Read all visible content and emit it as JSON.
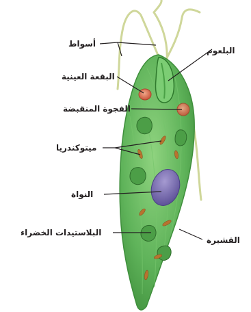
{
  "labels": {
    "flagella": "أسواط",
    "gullet": "البلعوم",
    "eyespot": "البقعة العينية",
    "contractile_vacuole": "الفجوة المنقبضة",
    "mitochondria": "ميتوكندريا",
    "nucleus": "النواة",
    "chloroplasts": "البلاستيدات الخضراء",
    "pellicle": "القشيرة"
  },
  "colors": {
    "body": "#5fb35a",
    "body_dark": "#3f8f3c",
    "flagellum": "#cfd79a",
    "eyespot": "#d97a5a",
    "nucleus": "#7d6fb3",
    "mitochondria": "#b8732f",
    "leader_line": "#231f20"
  }
}
